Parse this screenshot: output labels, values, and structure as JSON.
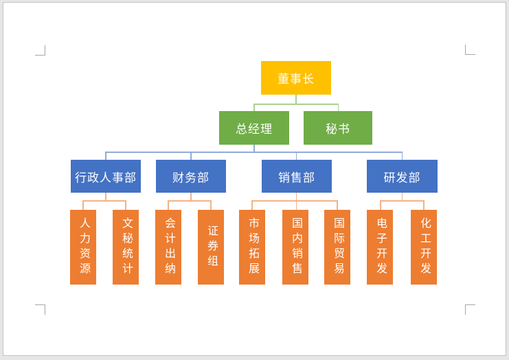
{
  "document": {
    "desk_background": "#e6e6e6",
    "paper_color": "#ffffff",
    "crop_mark_color": "#a6a6a6"
  },
  "org_chart": {
    "type": "organization-chart",
    "text_color": "#ffffff",
    "colors": {
      "level1_fill": "#FFC000",
      "level2_fill": "#70AD47",
      "level3_fill": "#4472C4",
      "level4_fill": "#ED7D31",
      "connector_to_level2": "#A9D18E",
      "connector_to_level3": "#8FAADC",
      "connector_to_level4": "#F4B183"
    },
    "nodes": {
      "chairman": {
        "label": "董事长",
        "level": 1,
        "parent": null
      },
      "general_manager": {
        "label": "总经理",
        "level": 2,
        "parent": "董事长"
      },
      "secretary": {
        "label": "秘书",
        "level": 2,
        "parent": "董事长"
      },
      "admin_hr_dept": {
        "label": "行政人事部",
        "level": 3,
        "parent": "总经理"
      },
      "finance_dept": {
        "label": "财务部",
        "level": 3,
        "parent": "总经理"
      },
      "sales_dept": {
        "label": "销售部",
        "level": 3,
        "parent": "总经理"
      },
      "rd_dept": {
        "label": "研发部",
        "level": 3,
        "parent": "总经理"
      },
      "human_resources": {
        "label": "人力资源",
        "level": 4,
        "parent": "行政人事部"
      },
      "secretarial_statistics": {
        "label": "文秘统计",
        "level": 4,
        "parent": "行政人事部"
      },
      "accounting_cashier": {
        "label": "会计出纳",
        "level": 4,
        "parent": "财务部"
      },
      "securities_group": {
        "label": "证券组",
        "level": 4,
        "parent": "财务部"
      },
      "market_expansion": {
        "label": "市场拓展",
        "level": 4,
        "parent": "销售部"
      },
      "domestic_sales": {
        "label": "国内销售",
        "level": 4,
        "parent": "销售部"
      },
      "international_trade": {
        "label": "国际贸易",
        "level": 4,
        "parent": "销售部"
      },
      "electronics_development": {
        "label": "电子开发",
        "level": 4,
        "parent": "研发部"
      },
      "chemical_development": {
        "label": "化工开发",
        "level": 4,
        "parent": "研发部"
      }
    }
  }
}
